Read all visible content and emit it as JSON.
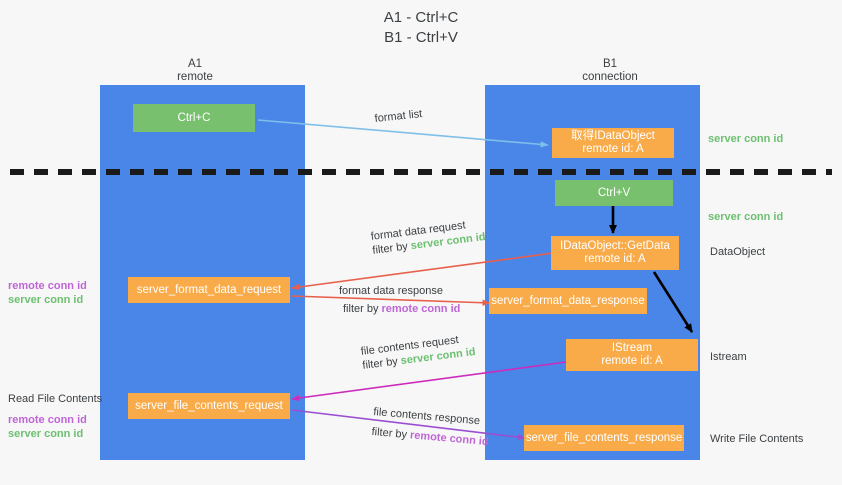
{
  "title": {
    "line1": "A1 - Ctrl+C",
    "line2": "B1 - Ctrl+V"
  },
  "lanes": [
    {
      "name": "A1",
      "sub": "remote"
    },
    {
      "name": "B1",
      "sub": "connection"
    }
  ],
  "nodes": {
    "ctrl_c": {
      "label": "Ctrl+C"
    },
    "ctrl_v": {
      "label": "Ctrl+V"
    },
    "idataobject": {
      "line1": "取得IDataObject",
      "line2": "remote id: A"
    },
    "getdata": {
      "line1": "IDataObject::GetData",
      "line2": "remote id: A"
    },
    "istream": {
      "line1": "IStream",
      "line2": "remote id: A"
    },
    "fmt_req": {
      "label": "server_format_data_request"
    },
    "fmt_resp": {
      "label": "server_format_data_response"
    },
    "file_req": {
      "label": "server_file_contents_request"
    },
    "file_resp": {
      "label": "server_file_contents_response"
    }
  },
  "edges": {
    "format_list": {
      "label": "format list"
    },
    "fmt_data_request": {
      "line1": "format data request",
      "filter_prefix": "filter by ",
      "filter_token": "server conn id"
    },
    "fmt_data_response": {
      "line1": "format data response",
      "filter_prefix": "filter by ",
      "filter_token": "remote conn id"
    },
    "file_contents_request": {
      "line1": "file contents request",
      "filter_prefix": "filter by ",
      "filter_token": "server conn id"
    },
    "file_contents_response": {
      "line1": "file contents response",
      "filter_prefix": "filter by ",
      "filter_token": "remote conn id"
    }
  },
  "annotations": {
    "right": [
      {
        "text": "server conn id",
        "kind": "server"
      },
      {
        "text": "server conn id",
        "kind": "server"
      },
      {
        "text": "DataObject",
        "kind": "black"
      },
      {
        "text": "Istream",
        "kind": "black"
      },
      {
        "text": "Write File Contents",
        "kind": "black"
      }
    ],
    "left": [
      {
        "text": "remote conn id",
        "kind": "remote"
      },
      {
        "text": "server conn id",
        "kind": "server"
      },
      {
        "text": "Read File Contents",
        "kind": "black"
      },
      {
        "text": "remote conn id",
        "kind": "remote"
      },
      {
        "text": "server conn id",
        "kind": "server"
      }
    ]
  },
  "colors": {
    "lane": "#4a86e8",
    "orange": "#f9ab4a",
    "green": "#78c06e",
    "server_token": "#6cc070",
    "remote_token": "#c065d8",
    "divider": "#1a1a1a",
    "arrow_blue": "#7fbfe8",
    "arrow_red": "#e8604c",
    "arrow_magenta": "#cc2bbb",
    "arrow_purple": "#9a4fd0",
    "arrow_black": "#000000"
  }
}
